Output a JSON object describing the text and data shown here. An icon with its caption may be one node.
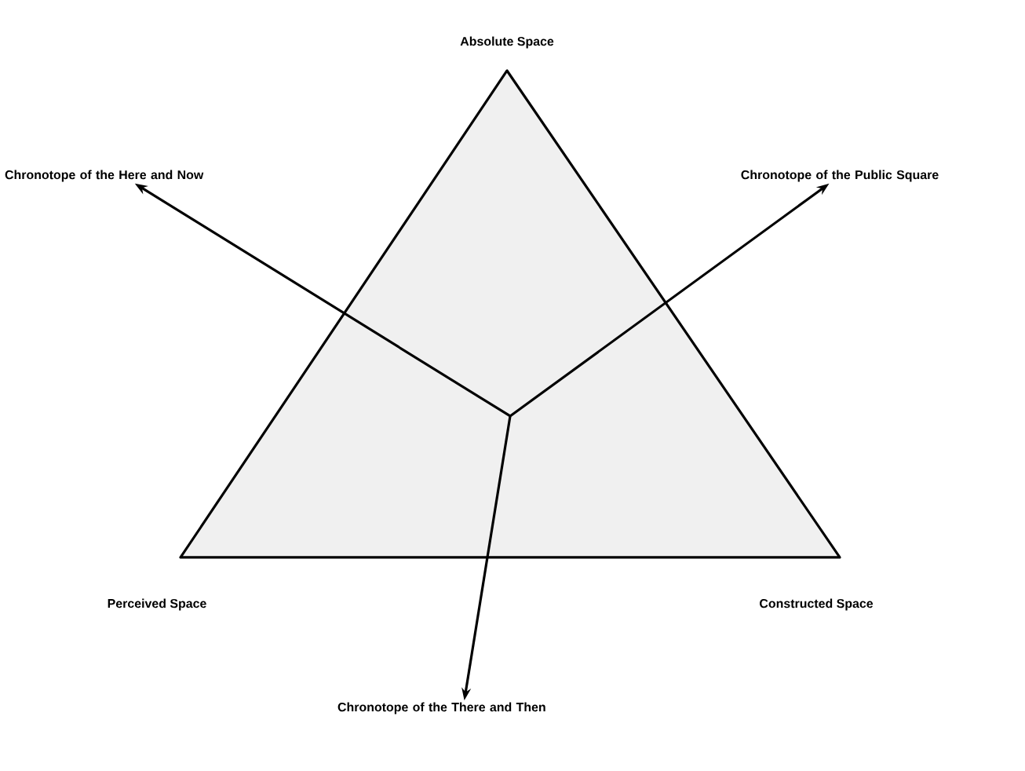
{
  "diagram": {
    "nodes": [
      {
        "text": [
          "Chronotope of the Here and Now"
        ]
      },
      {
        "text": [
          "Chronotope of the Public Square"
        ]
      },
      {
        "text": [
          "Chronotope of the There and Then"
        ]
      }
    ],
    "edges": [
      {
        "from": null,
        "to": 0,
        "arrow": "to"
      },
      {
        "from": null,
        "to": 1,
        "arrow": "to"
      },
      {
        "from": null,
        "to": 2,
        "arrow": "to"
      }
    ],
    "labels": [
      "Absolute Space",
      "Perceived Space",
      "Constructed Space"
    ]
  }
}
